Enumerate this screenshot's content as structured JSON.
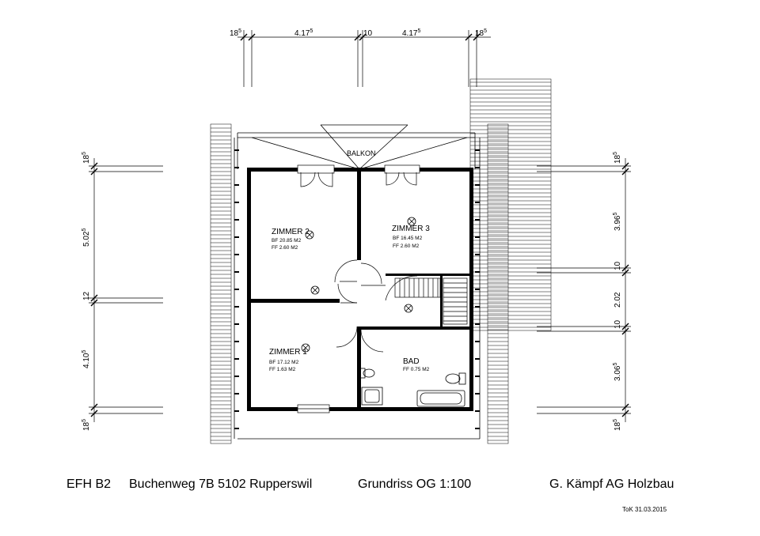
{
  "dimensions": {
    "top": [
      "18|5",
      "4.17|5",
      "10",
      "4.17|5",
      "18|5"
    ],
    "left": [
      "18|5",
      "5.02|5",
      "12",
      "4.10|5",
      "18|5"
    ],
    "right": [
      "18|5",
      "3.96|5",
      "10",
      "2.02",
      "10",
      "3.06|5",
      "18|5"
    ]
  },
  "labels": {
    "balcony": "BALKON"
  },
  "rooms": [
    {
      "name": "ZIMMER 2",
      "bf": "BF  20.85  M2",
      "ff": "FF    2.60  M2"
    },
    {
      "name": "ZIMMER 3",
      "bf": "BF  16.45  M2",
      "ff": "FF    2.60  M2"
    },
    {
      "name": "ZIMMER 1",
      "bf": "BF  17.12  M2",
      "ff": "FF    1.63  M2"
    },
    {
      "name": "BAD",
      "bf": "",
      "ff": "FF   0.75  M2"
    }
  ],
  "title": {
    "project": "EFH B2",
    "address": "Buchenweg 7B  5102 Rupperswil",
    "drawing": "Grundriss OG 1:100",
    "company": "G. Kämpf AG Holzbau"
  },
  "stamp": "ToK  31.03.2015",
  "icons": [
    "light-fixture-icon",
    "toilet-icon",
    "bathtub-icon",
    "sink-icon",
    "stair-icon"
  ]
}
